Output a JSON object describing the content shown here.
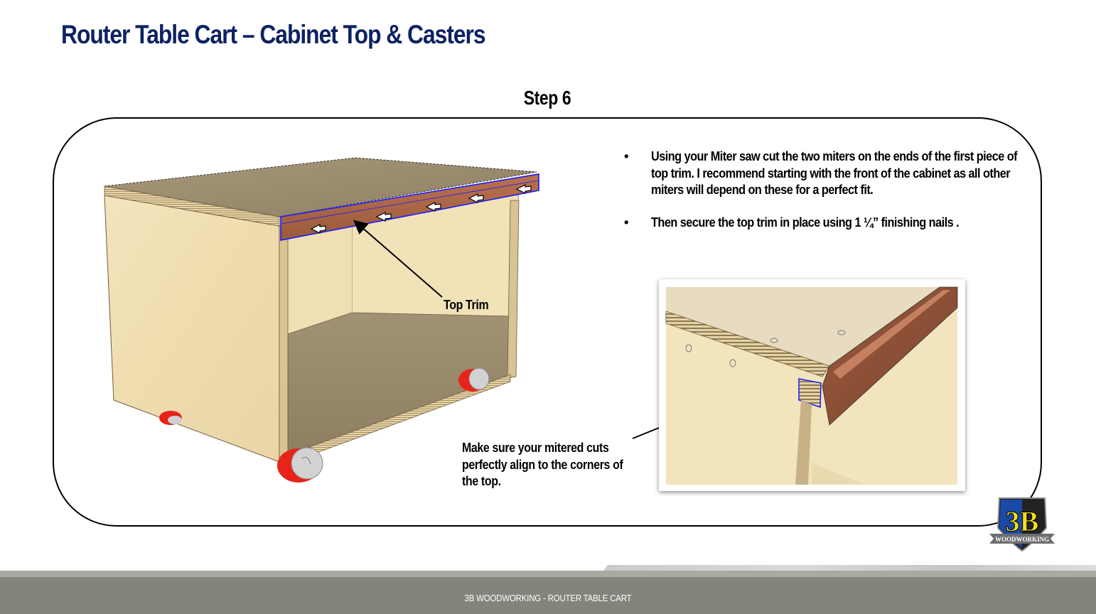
{
  "slide": {
    "title": "Router Table Cart – Cabinet Top & Casters",
    "step_label": "Step 6"
  },
  "instructions": [
    {
      "bullet": "•",
      "text": "Using your Miter saw cut the two miters on the ends of the first piece of top trim. I recommend starting with the front of the cabinet as all other miters will depend on these for a perfect fit."
    },
    {
      "bullet": "•",
      "text": "Then secure the top trim in place using 1 ¼” finishing nails ."
    }
  ],
  "illustration": {
    "callout_label": "Top Trim",
    "description": "cabinet-3d-render-with-top-trim-highlighted"
  },
  "inset": {
    "callout_text_lines": [
      "Make sure your mitered cuts",
      "perfectly align to the corners of",
      "the top."
    ],
    "description": "close-up-of-mitered-trim-corner"
  },
  "logo": {
    "mark": "3B",
    "banner": "WOODWORKING"
  },
  "footer": {
    "text": "3B WOODWORKING - ROUTER TABLE CART"
  },
  "colors": {
    "title": "#0d2261",
    "trim_highlight": "#1a1aff",
    "caster_red": "#e8231a",
    "footer_bg": "#83847b",
    "logo_blue": "#1a4aa8",
    "logo_yellow": "#f5e11a"
  }
}
